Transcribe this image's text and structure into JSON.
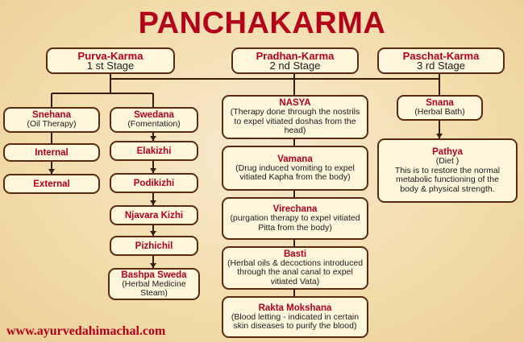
{
  "title": "PANCHAKARMA",
  "website": "www.ayurvedahimachal.com",
  "stages": {
    "purva": {
      "name": "Purva-Karma",
      "sub": "1 st Stage"
    },
    "pradhan": {
      "name": "Pradhan-Karma",
      "sub": "2 nd Stage"
    },
    "paschat": {
      "name": "Paschat-Karma",
      "sub": "3 rd Stage"
    }
  },
  "purva": {
    "snehana": {
      "name": "Snehana",
      "desc": "(Oil Therapy)"
    },
    "internal": "Internal",
    "external": "External",
    "swedana": {
      "name": "Swedana",
      "desc": "(Fomentation)"
    },
    "elakizhi": "Elakizhi",
    "podikizhi": "Podikizhi",
    "njavara": "Njavara Kizhi",
    "pizhichil": "Pizhichil",
    "bashpa": {
      "name": "Bashpa Sweda",
      "desc": "(Herbal Medicine Steam)"
    }
  },
  "pradhan": {
    "nasya": {
      "name": "NASYA",
      "desc": "(Therapy done through the nostrils to expel vitiated doshas from the head)"
    },
    "vamana": {
      "name": "Vamana",
      "desc": "(Drug induced vomiting to expel vitiated Kapha from the body)"
    },
    "virechana": {
      "name": "Virechana",
      "desc": "(purgation therapy to expel vitiated Pitta from the body)"
    },
    "basti": {
      "name": "Basti",
      "desc": "(Herbal oils & decoctions introduced through the anal canal to expel vitiated Vata)"
    },
    "rakta": {
      "name": "Rakta Mokshana",
      "desc": "(Blood letting - indicated in certain skin diseases to purify the blood)"
    }
  },
  "paschat": {
    "snana": {
      "name": "Snana",
      "desc": "(Herbal Bath)"
    },
    "pathya": {
      "name": "Pathya",
      "sub": "(Diet )",
      "desc": "This is to restore the normal metabolic functioning of the body & physical strength."
    }
  }
}
